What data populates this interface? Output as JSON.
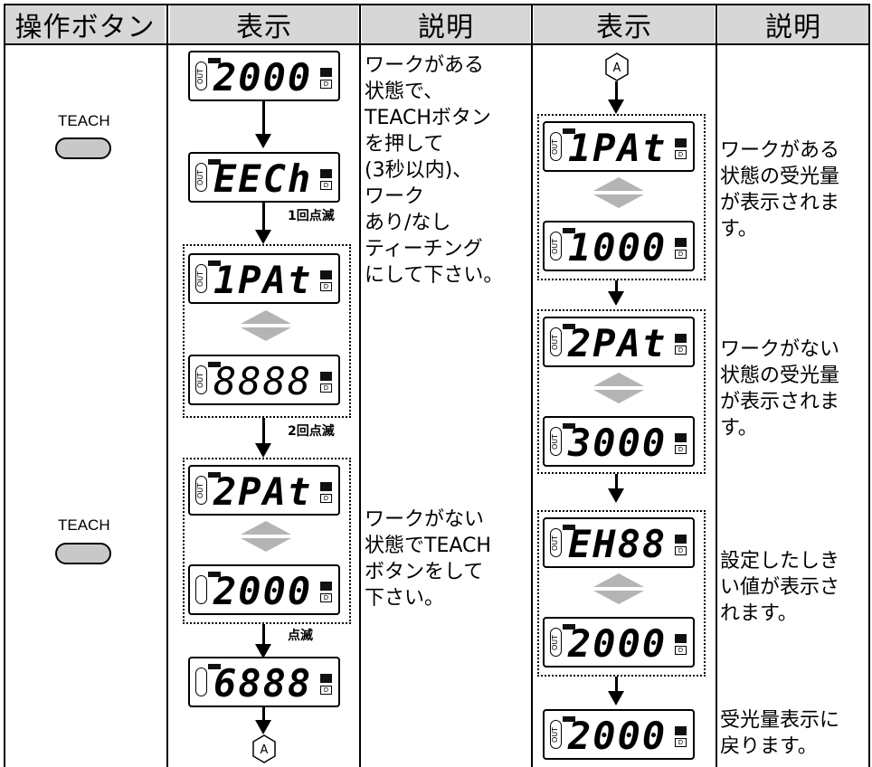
{
  "header": {
    "col1": "操作ボタン",
    "col2": "表示",
    "col3": "説明",
    "col4": "表示",
    "col5": "説明"
  },
  "buttons": {
    "teach1": "TEACH",
    "teach2": "TEACH"
  },
  "left_displays": [
    "2000",
    "EECh",
    "1PAt",
    "8888",
    "2PAt",
    "2000",
    "6888"
  ],
  "right_displays": [
    "1PAt",
    "1000",
    "2PAt",
    "3000",
    "EH88",
    "2000",
    "2000"
  ],
  "blink_labels": {
    "b1": "1回点滅",
    "b2": "2回点滅",
    "b3": "点滅"
  },
  "connector": "A",
  "descriptions": {
    "left1": "ワークがある\n状態で、\nTEACHボタン\nを押して\n(3秒以内)、\nワーク\nあり/なし\nティーチング\nにして下さい。",
    "left2": "ワークがない\n状態でTEACH\nボタンをして\n下さい。",
    "right1": "ワークがある\n状態の受光量\nが表示されま\nす。",
    "right2": "ワークがない\n状態の受光量\nが表示されま\nす。",
    "right3": "設定したしき\nい値が表示さ\nれます。",
    "right4": "受光量表示に\n戻ります。"
  },
  "colors": {
    "header_bg": "#d7d7d7",
    "button_fill": "#c8c8c8",
    "diamond": "#b4b4b4"
  }
}
